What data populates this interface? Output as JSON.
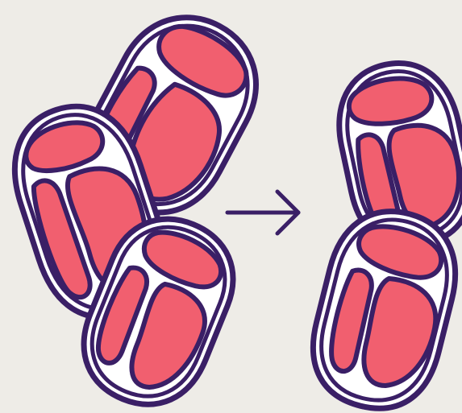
{
  "colors": {
    "background": "#EEECE7",
    "outline": "#3A1F66",
    "fill": "#F15F6F",
    "membrane": "#FFFFFF"
  },
  "diagram": {
    "left_group": {
      "description_shapes": [
        "cell-top-right",
        "cell-left",
        "cell-bottom"
      ]
    },
    "arrow": {
      "direction": "right",
      "icon": "arrow-right-icon"
    },
    "right_group": {
      "description_shapes": [
        "cell-upper",
        "cell-lower"
      ]
    }
  }
}
